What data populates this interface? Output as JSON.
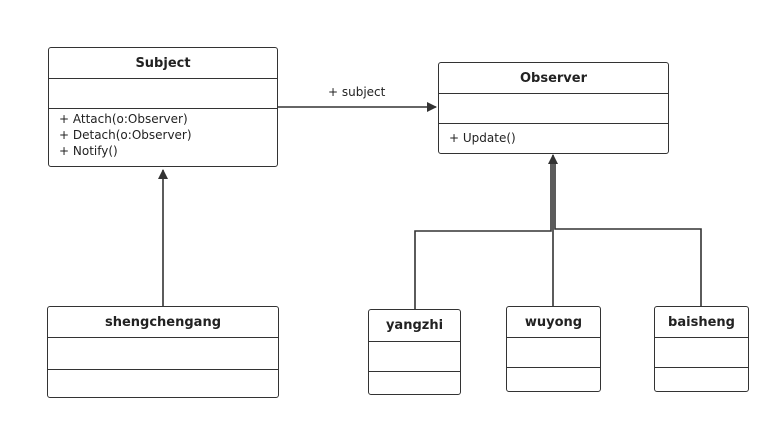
{
  "classes": {
    "subject": {
      "name": "Subject",
      "operations": [
        "+ Attach(o:Observer)",
        "+ Detach(o:Observer)",
        "+ Notify()"
      ]
    },
    "observer": {
      "name": "Observer",
      "operations": [
        "+ Update()"
      ]
    },
    "shengchengang": {
      "name": "shengchengang"
    },
    "yangzhi": {
      "name": "yangzhi"
    },
    "wuyong": {
      "name": "wuyong"
    },
    "baisheng": {
      "name": "baisheng"
    }
  },
  "association": {
    "label": "+ subject"
  },
  "colors": {
    "stroke": "#333333",
    "text": "#222222",
    "background": "#ffffff"
  }
}
